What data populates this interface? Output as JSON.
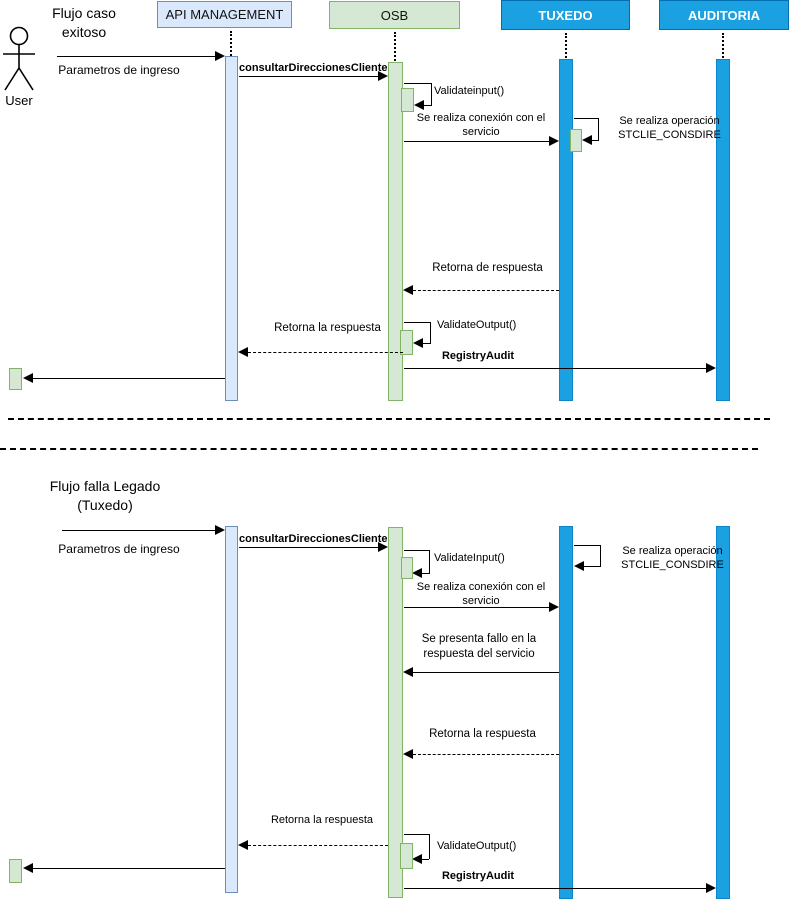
{
  "actors": {
    "user": "User",
    "api_management": "API MANAGEMENT",
    "osb": "OSB",
    "tuxedo": "TUXEDO",
    "auditoria": "AUDITORIA"
  },
  "colors": {
    "api_fill": "#dae8fc",
    "api_border": "#6c8ebf",
    "osb_fill": "#d5e8d4",
    "osb_border": "#82b366",
    "tuxedo_fill": "#1ba1e2",
    "tuxedo_border": "#006eaf",
    "line_color": "#000000"
  },
  "flow1": {
    "title": "Flujo caso exitoso",
    "messages": {
      "params": "Parametros de ingreso",
      "consultar": "consultarDireccionesCliente",
      "validate_input": "Validateinput()",
      "conexion": "Se realiza conexión con el servicio",
      "operacion": "Se realiza operación STCLIE_CONSDIRE",
      "retorna_respuesta": "Retorna de respuesta",
      "retorna_la_respuesta": "Retorna la respuesta",
      "validate_output": "ValidateOutput()",
      "registry_audit": "RegistryAudit"
    }
  },
  "flow2": {
    "title": "Flujo falla Legado (Tuxedo)",
    "messages": {
      "params": "Parametros de ingreso",
      "consultar": "consultarDireccionesCliente",
      "validate_input": "ValidateInput()",
      "operacion": "Se realiza operación STCLIE_CONSDIRE",
      "conexion": "Se realiza conexión con el servicio",
      "fallo": "Se presenta fallo en la respuesta del servicio",
      "retorna_tuxedo": "Retorna la respuesta",
      "retorna_api": "Retorna la respuesta",
      "validate_output": "ValidateOutput()",
      "registry_audit": "RegistryAudit"
    }
  }
}
